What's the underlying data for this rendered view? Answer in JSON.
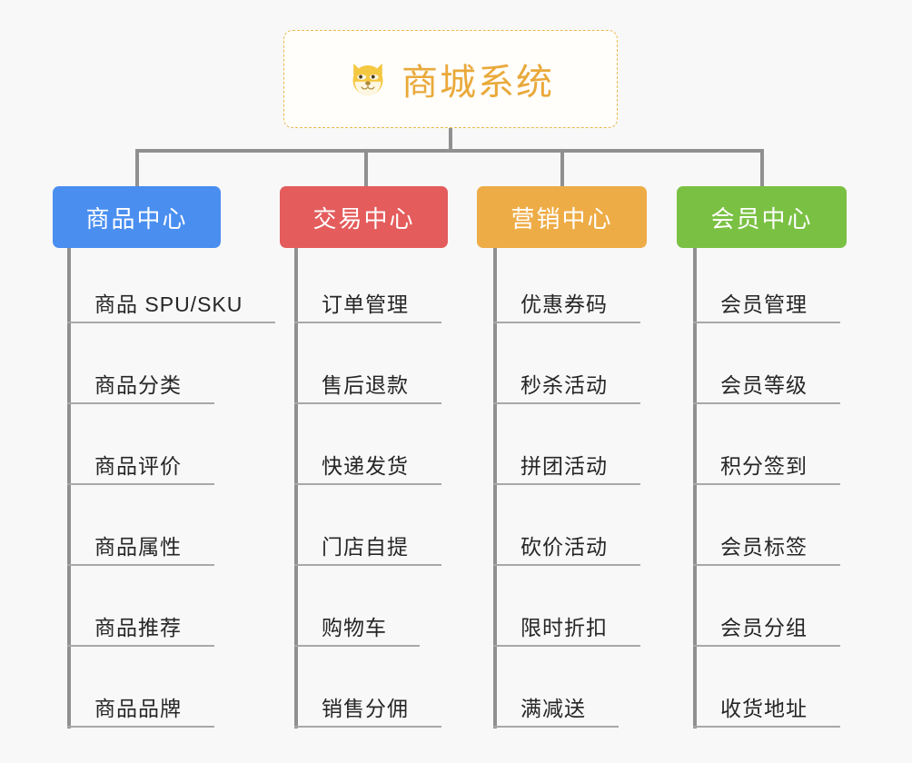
{
  "background_color": "#f8f8f8",
  "root": {
    "title": "商城系统",
    "icon": "shiba-dog-face-icon",
    "text_color": "#e9a93a",
    "border_color": "#eab94e",
    "background": "#fffefb"
  },
  "connector_color": "#909090",
  "leaf_line_color": "#a8a8a8",
  "leaf_text_color": "#262626",
  "columns": [
    {
      "id": "product-center",
      "label": "商品中心",
      "color": "#4a8ef0",
      "items": [
        "商品 SPU/SKU",
        "商品分类",
        "商品评价",
        "商品属性",
        "商品推荐",
        "商品品牌"
      ]
    },
    {
      "id": "trade-center",
      "label": "交易中心",
      "color": "#e45c5c",
      "items": [
        "订单管理",
        "售后退款",
        "快递发货",
        "门店自提",
        "购物车",
        "销售分佣"
      ]
    },
    {
      "id": "marketing-center",
      "label": "营销中心",
      "color": "#eeac46",
      "items": [
        "优惠券码",
        "秒杀活动",
        "拼团活动",
        "砍价活动",
        "限时折扣",
        "满减送"
      ]
    },
    {
      "id": "member-center",
      "label": "会员中心",
      "color": "#7ac143",
      "items": [
        "会员管理",
        "会员等级",
        "积分签到",
        "会员标签",
        "会员分组",
        "收货地址"
      ]
    }
  ]
}
